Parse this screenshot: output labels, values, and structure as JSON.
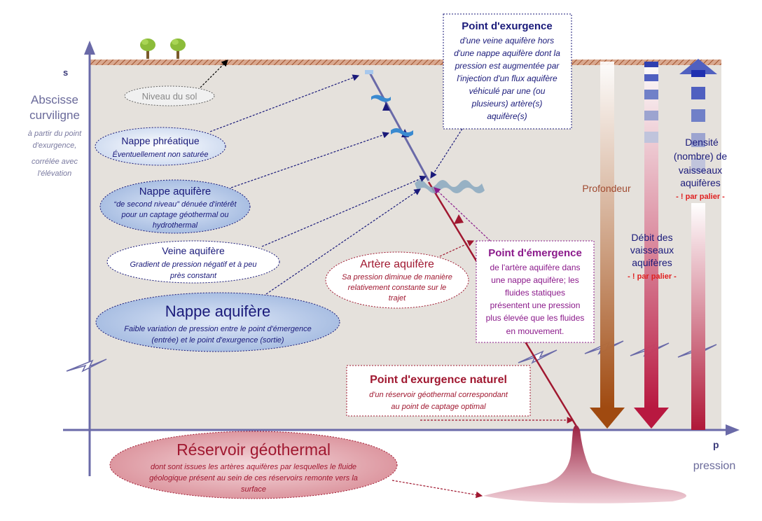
{
  "axis": {
    "y_letter": "s",
    "y_title_line1": "Abscisse",
    "y_title_line2": "curviligne",
    "y_sub_line1": "à partir du point",
    "y_sub_line2": "d'exurgence,",
    "y_sub_line3": "corrélée avec",
    "y_sub_line4": "l'élévation",
    "x_letter": "p",
    "x_title": "pression"
  },
  "ground": {
    "label": "Niveau du sol"
  },
  "callouts": {
    "phreatique": {
      "title": "Nappe phréatique",
      "sub": "Éventuellement non saturée"
    },
    "second": {
      "title": "Nappe aquifère",
      "sub1": "“de second niveau” dénuée d'intérêt",
      "sub2": "pour un captage géothermal ou",
      "sub3": "hydrothermal"
    },
    "veine": {
      "title": "Veine aquifère",
      "sub1": "Gradient de pression négatif et à peu",
      "sub2": "près constant"
    },
    "nappe": {
      "title": "Nappe aquifère",
      "sub1": "Faible variation de pression entre le point d'émergence",
      "sub2": "(entrée) et le point d'exurgence (sortie)"
    },
    "artere": {
      "title": "Artère aquifère",
      "sub1": "Sa pression diminue de manière",
      "sub2": "relativement constante sur le",
      "sub3": "trajet"
    },
    "reservoir": {
      "title": "Réservoir géothermal",
      "sub1": "dont sont issues les artères aquifères par lesquelles le  fluide",
      "sub2": "géologique présent au sein de ces réservoirs remonte vers la",
      "sub3": "surface"
    }
  },
  "boxes": {
    "exurgence": {
      "title": "Point d'exurgence",
      "lines": [
        "d'une veine aquifère hors",
        "d'une nappe aquifère dont la",
        "pression est augmentée par",
        "l'injection d'un flux aquifère",
        "véhiculé par une (ou",
        "plusieurs) artère(s)",
        "aquifère(s)"
      ]
    },
    "emergence": {
      "title": "Point d'émergence",
      "lines": [
        "de l'artère aquifère dans",
        "une nappe aquifère; les",
        "fluides statiques",
        "présentent une pression",
        "plus élevée que les fluides",
        "en mouvement."
      ]
    },
    "naturel": {
      "title": "Point d'exurgence naturel",
      "lines": [
        "d'un réservoir géothermal correspondant",
        "au point de captage optimal"
      ]
    }
  },
  "columns": {
    "profondeur": {
      "label": "Profondeur"
    },
    "debit": {
      "line1": "Débit des",
      "line2": "vaisseaux",
      "line3": "aquifères",
      "note": "- ! par palier -"
    },
    "densite": {
      "line1": "Densité",
      "line2": "(nombre) de",
      "line3": "vaisseaux",
      "line4": "aquifères",
      "note": "- ! par palier -"
    }
  },
  "colors": {
    "navy": "#1a1a7a",
    "dark_red": "#a01830",
    "purple": "#8b1a8b",
    "brown": "#8b3a10",
    "ground": "#e5e1dc",
    "axis": "#6a6aa8"
  }
}
